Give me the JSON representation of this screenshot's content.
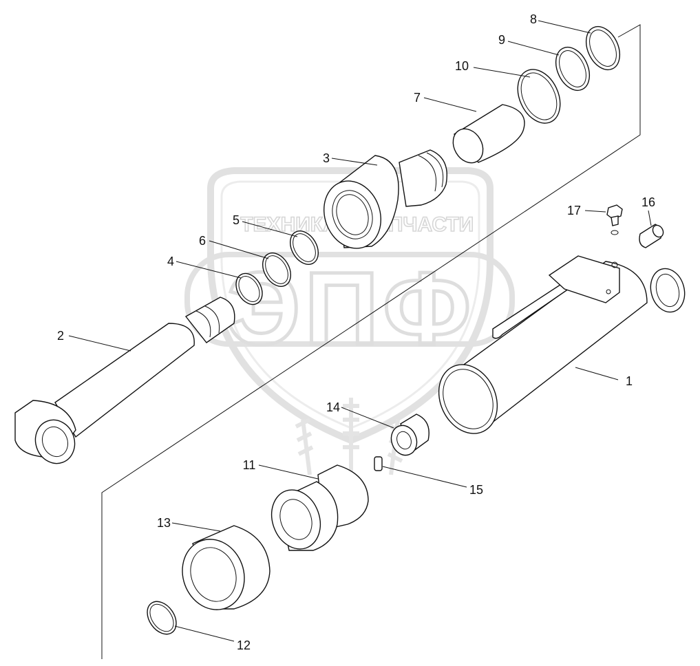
{
  "watermark": {
    "company": "ТЕХНИКА",
    "product": "ЗАПЧАСТИ",
    "monogram": "ЭПФ"
  },
  "callouts": [
    {
      "id": "1",
      "text": "1"
    },
    {
      "id": "2",
      "text": "2"
    },
    {
      "id": "3",
      "text": "3"
    },
    {
      "id": "4",
      "text": "4"
    },
    {
      "id": "5",
      "text": "5"
    },
    {
      "id": "6",
      "text": "6"
    },
    {
      "id": "7",
      "text": "7"
    },
    {
      "id": "8",
      "text": "8"
    },
    {
      "id": "9",
      "text": "9"
    },
    {
      "id": "10",
      "text": "10"
    },
    {
      "id": "11",
      "text": "11"
    },
    {
      "id": "12",
      "text": "12"
    },
    {
      "id": "13",
      "text": "13"
    },
    {
      "id": "14",
      "text": "14"
    },
    {
      "id": "15",
      "text": "15"
    },
    {
      "id": "16",
      "text": "16"
    },
    {
      "id": "17",
      "text": "17"
    }
  ]
}
